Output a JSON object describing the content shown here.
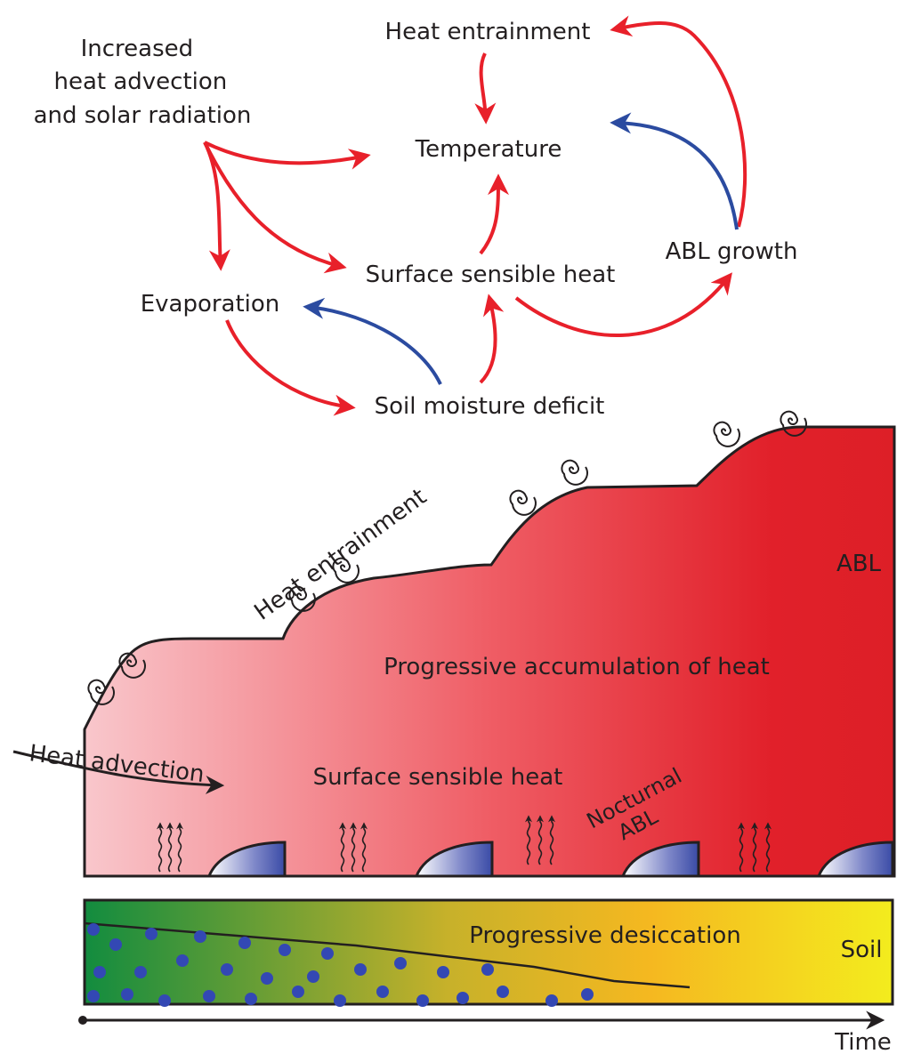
{
  "diagram": {
    "nodes": {
      "drivers": [
        "Increased",
        "heat advection",
        "and solar radiation"
      ],
      "heat_entrainment": "Heat entrainment",
      "temperature": "Temperature",
      "abl_growth": "ABL growth",
      "surface_sensible_heat": "Surface sensible heat",
      "evaporation": "Evaporation",
      "soil_moisture_deficit": "Soil moisture deficit"
    },
    "edges": [
      {
        "from": "drivers",
        "to": "temperature",
        "sign": "positive"
      },
      {
        "from": "drivers",
        "to": "evaporation",
        "sign": "positive"
      },
      {
        "from": "drivers",
        "to": "surface_sensible_heat",
        "sign": "positive"
      },
      {
        "from": "heat_entrainment",
        "to": "temperature",
        "sign": "positive"
      },
      {
        "from": "abl_growth",
        "to": "heat_entrainment",
        "sign": "positive"
      },
      {
        "from": "abl_growth",
        "to": "temperature",
        "sign": "negative"
      },
      {
        "from": "surface_sensible_heat",
        "to": "temperature",
        "sign": "positive"
      },
      {
        "from": "surface_sensible_heat",
        "to": "abl_growth",
        "sign": "positive"
      },
      {
        "from": "evaporation",
        "to": "soil_moisture_deficit",
        "sign": "positive"
      },
      {
        "from": "soil_moisture_deficit",
        "to": "surface_sensible_heat",
        "sign": "positive"
      },
      {
        "from": "soil_moisture_deficit",
        "to": "evaporation",
        "sign": "negative"
      }
    ],
    "colors": {
      "positive": "#e8202a",
      "negative": "#2b4ba0"
    }
  },
  "schematic": {
    "heat_entrainment": "Heat entrainment",
    "abl": "ABL",
    "accumulation": "Progressive accumulation of heat",
    "heat_advection": "Heat advection",
    "surface_sensible_heat": "Surface sensible heat",
    "nocturnal_abl": [
      "Nocturnal",
      "ABL"
    ],
    "desiccation": "Progressive desiccation",
    "soil": "Soil",
    "time": "Time",
    "colors": {
      "abl_start": "#f9c7cc",
      "abl_end": "#e1202a",
      "soil_wet": "#128c3f",
      "soil_mid": "#f5b820",
      "soil_dry": "#f3ec1e",
      "moisture_dot": "#3348b4",
      "nocturnal_dome": "#3a4ba6"
    }
  }
}
